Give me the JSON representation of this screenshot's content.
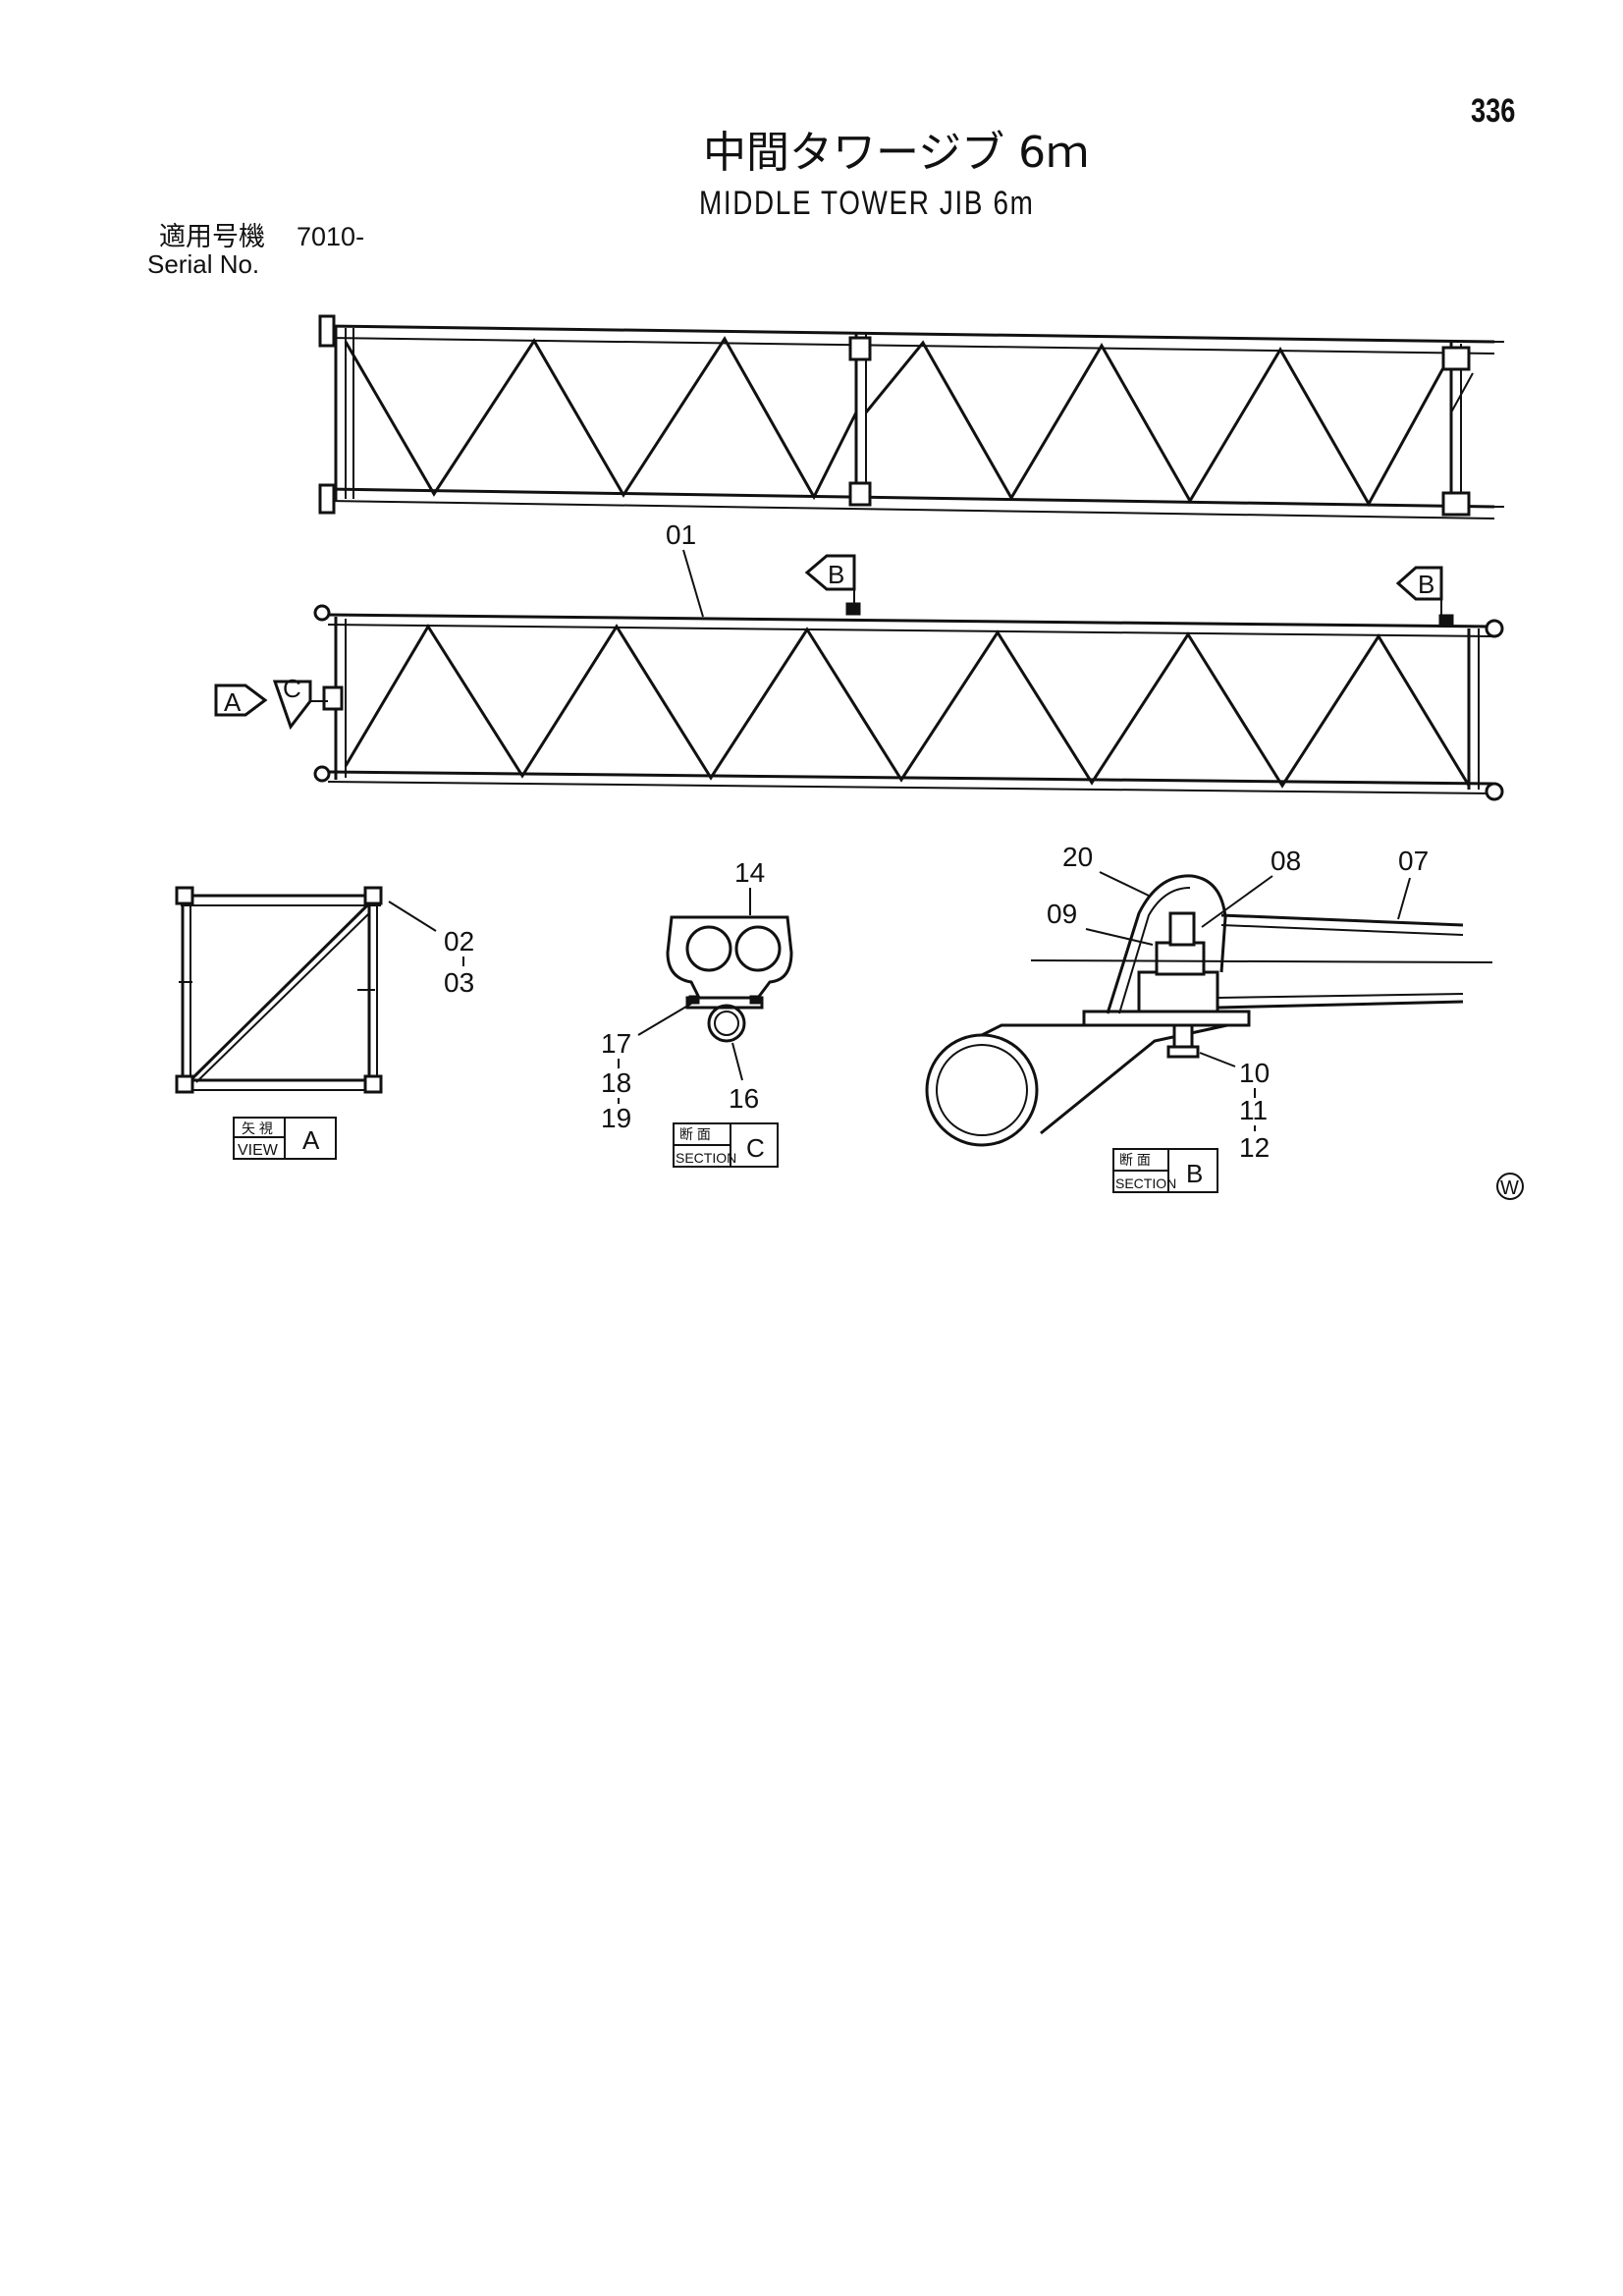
{
  "header": {
    "page_number": "336",
    "title_ja": "中間タワージブ 6ｍ",
    "title_en": "MIDDLE TOWER JIB 6m",
    "serial_label_ja": "適用号機",
    "serial_value": "7010-",
    "serial_label_en": "Serial No."
  },
  "callouts": {
    "p01": "01",
    "p02": "02",
    "p03": "03",
    "p07": "07",
    "p08": "08",
    "p09": "09",
    "p10": "10",
    "p11": "11",
    "p12": "12",
    "p14": "14",
    "p16": "16",
    "p17": "17",
    "p18": "18",
    "p19": "19",
    "p20": "20"
  },
  "markers": {
    "a": "A",
    "b": "B",
    "c": "C"
  },
  "views": {
    "view_a": {
      "ja": "矢 視",
      "en": "VIEW",
      "letter": "A"
    },
    "section_c": {
      "ja": "断 面",
      "en": "SECTION",
      "letter": "C"
    },
    "section_b": {
      "ja": "断 面",
      "en": "SECTION",
      "letter": "B"
    }
  },
  "symbols": {
    "w_mark": "W",
    "w_icon": "circled-w-icon"
  }
}
